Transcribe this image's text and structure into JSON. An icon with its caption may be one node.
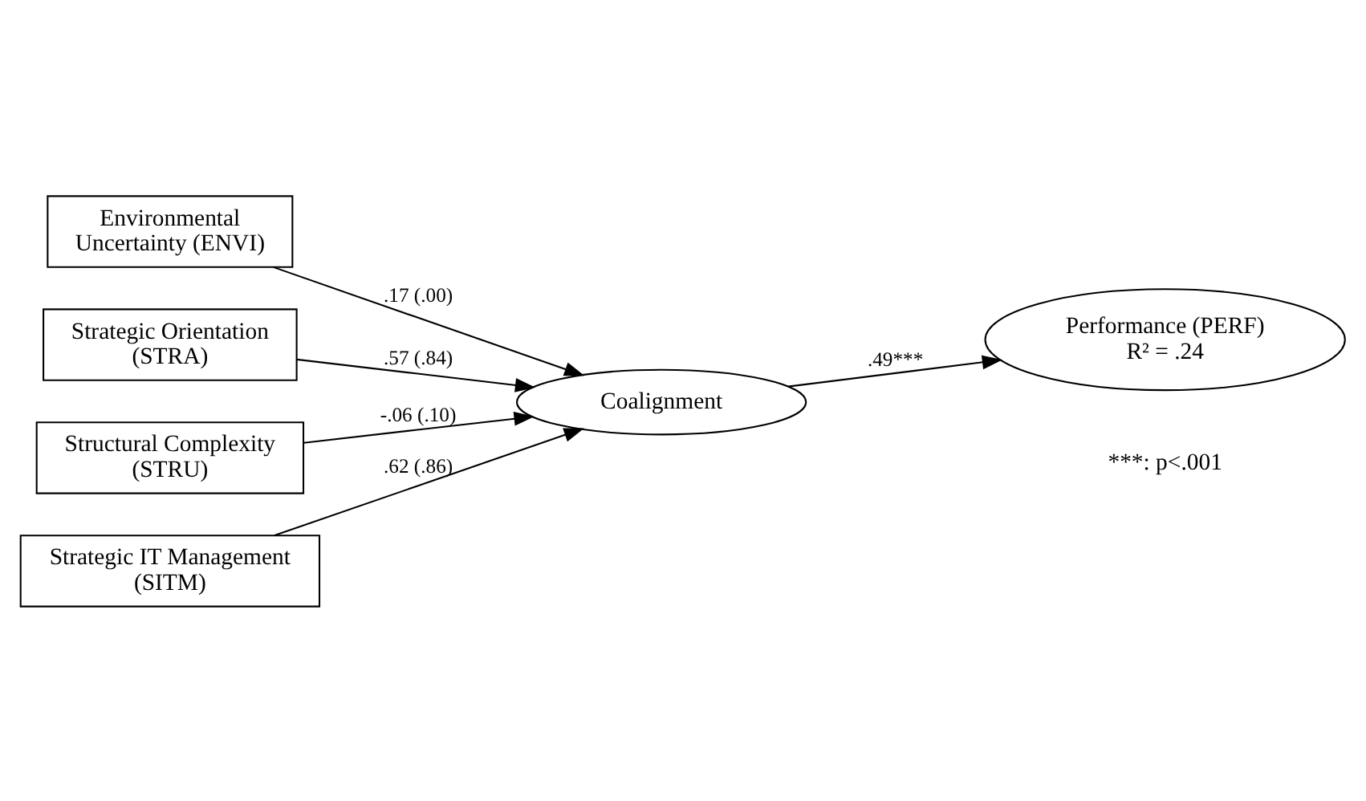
{
  "diagram": {
    "nodes": [
      {
        "text": [
          "Environmental Uncertainty (ENVI)"
        ]
      },
      {
        "text": [
          "Strategic Orientation (STRA)"
        ]
      },
      {
        "text": [
          "Structural Complexity (STRU)"
        ]
      },
      {
        "text": [
          "Strategic IT Management (SITM)"
        ]
      },
      {
        "text": [
          "Coalignment"
        ]
      },
      {
        "text": [
          "Performance (PERF)",
          "R² = .24"
        ]
      }
    ],
    "edges": [
      {
        "from": 0,
        "to": 4,
        "arrow": "to",
        "label": ".17 (.00)"
      },
      {
        "from": 1,
        "to": 4,
        "arrow": "to",
        "label": ".57 (.84)"
      },
      {
        "from": 2,
        "to": 4,
        "arrow": "to",
        "label": "-.06 (.10)"
      },
      {
        "from": 3,
        "to": 4,
        "arrow": "to",
        "label": ".62 (.86)"
      },
      {
        "from": 4,
        "to": 5,
        "arrow": "to",
        "label": ".49***"
      }
    ],
    "labels": [
      "***: p<.001"
    ]
  }
}
